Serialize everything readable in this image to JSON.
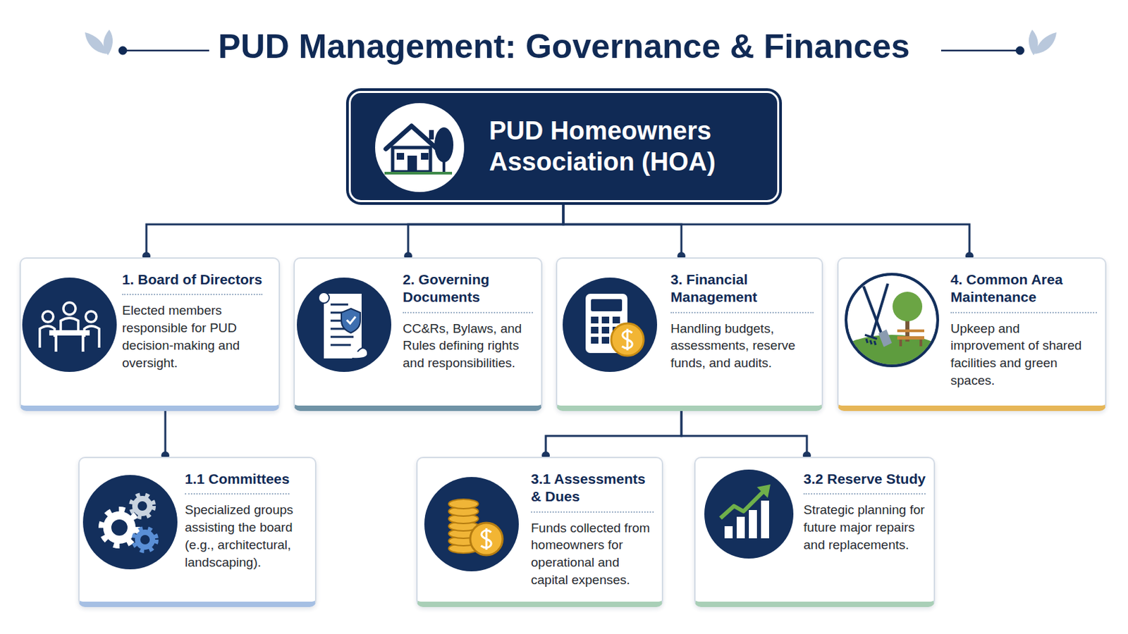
{
  "diagram": {
    "title": "PUD Management: Governance & Finances",
    "nodes": [
      {
        "text": [
          "PUD Homeowners Association (HOA)"
        ]
      },
      {
        "text": [
          "1. Board of Directors",
          "Elected members responsible for PUD decision-making and oversight."
        ]
      },
      {
        "text": [
          "2. Governing Documents",
          "CC&Rs, Bylaws, and Rules defining rights and responsibilities."
        ]
      },
      {
        "text": [
          "3. Financial Management",
          "Handling budgets, assessments, reserve funds, and audits."
        ]
      },
      {
        "text": [
          "4. Common Area Maintenance",
          "Upkeep and improvement of shared facilities and green spaces."
        ]
      },
      {
        "text": [
          "1.1 Committees",
          "Specialized groups assisting the board (e.g., architectural, landscaping)."
        ]
      },
      {
        "text": [
          "3.1 Assessments & Dues",
          "Funds collected from homeowners for operational and capital expenses."
        ]
      },
      {
        "text": [
          "3.2 Reserve Study",
          "Strategic planning for future major repairs and replacements."
        ]
      }
    ],
    "edges": [
      {
        "from": 0,
        "to": 1,
        "arrow": "none"
      },
      {
        "from": 0,
        "to": 2,
        "arrow": "none"
      },
      {
        "from": 0,
        "to": 3,
        "arrow": "none"
      },
      {
        "from": 0,
        "to": 4,
        "arrow": "none"
      },
      {
        "from": 1,
        "to": 5,
        "arrow": "none"
      },
      {
        "from": 3,
        "to": 6,
        "arrow": "none"
      },
      {
        "from": 3,
        "to": 7,
        "arrow": "none"
      }
    ]
  }
}
